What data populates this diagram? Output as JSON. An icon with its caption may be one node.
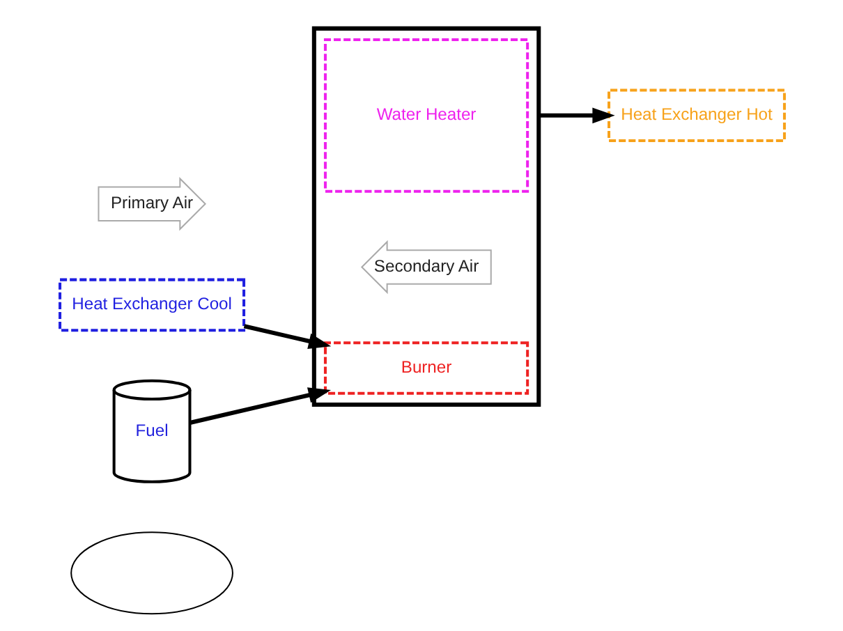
{
  "diagram": {
    "nodes": [
      {
        "text": [],
        "shape": "cloud"
      },
      {
        "text": [
          "Heat Exchanger Hot"
        ]
      },
      {
        "text": [
          "Heat Exchanger Cool"
        ]
      },
      {
        "text": [
          "Primary Air"
        ]
      },
      {
        "text": [],
        "shape": "box"
      },
      {
        "text": [
          "Water Heater"
        ],
        "in": 4
      },
      {
        "text": [
          "Secondary Air"
        ],
        "in": 4
      },
      {
        "text": [
          "Burner"
        ],
        "in": 4
      },
      {
        "text": [
          "Fuel"
        ]
      }
    ],
    "edges": [
      {
        "from": 4,
        "to": 1,
        "arrow": "to"
      },
      {
        "from": 2,
        "to": 7,
        "arrow": "to"
      },
      {
        "from": 8,
        "to": 7,
        "arrow": "to"
      }
    ]
  }
}
